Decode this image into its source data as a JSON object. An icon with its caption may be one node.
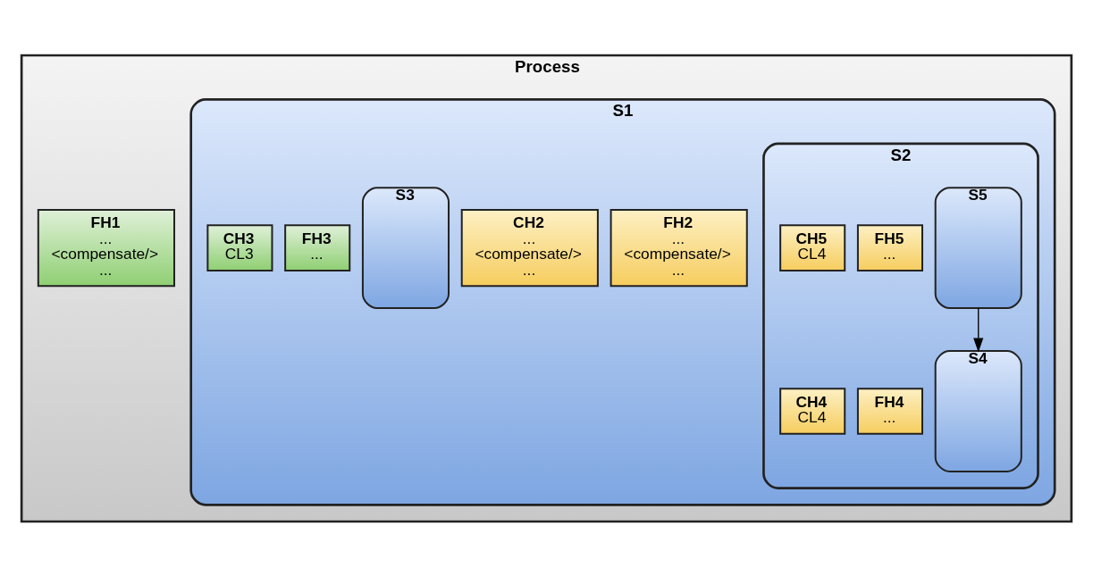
{
  "diagram": {
    "nodes": [
      {
        "text": [
          "Process"
        ]
      },
      {
        "text": [
          "S1"
        ],
        "in": 0
      },
      {
        "text": [
          "S2"
        ],
        "in": 1
      },
      {
        "text": [
          "S5"
        ],
        "in": 2
      },
      {
        "text": [
          "FH5",
          "..."
        ],
        "in": 2
      },
      {
        "text": [
          "CH5",
          "CL4"
        ],
        "in": 2
      },
      {
        "text": [
          "S4"
        ],
        "in": 2
      },
      {
        "text": [
          "FH4",
          "..."
        ],
        "in": 2
      },
      {
        "text": [
          "CH4",
          "CL4"
        ],
        "in": 2
      },
      {
        "text": [
          "FH2",
          "...",
          "<compensate/>",
          "..."
        ],
        "in": 1
      },
      {
        "text": [
          "CH2",
          "...",
          "<compensate/>",
          "..."
        ],
        "in": 1
      },
      {
        "text": [
          "S3"
        ],
        "in": 1
      },
      {
        "text": [
          "FH3",
          "..."
        ],
        "in": 1
      },
      {
        "text": [
          "CH3",
          "CL3"
        ],
        "in": 1
      },
      {
        "text": [
          "FH1",
          "...",
          "<compensate/>",
          "..."
        ],
        "in": 0
      }
    ],
    "edges": [
      {
        "from": 3,
        "to": 6,
        "arrow": "to"
      }
    ]
  }
}
